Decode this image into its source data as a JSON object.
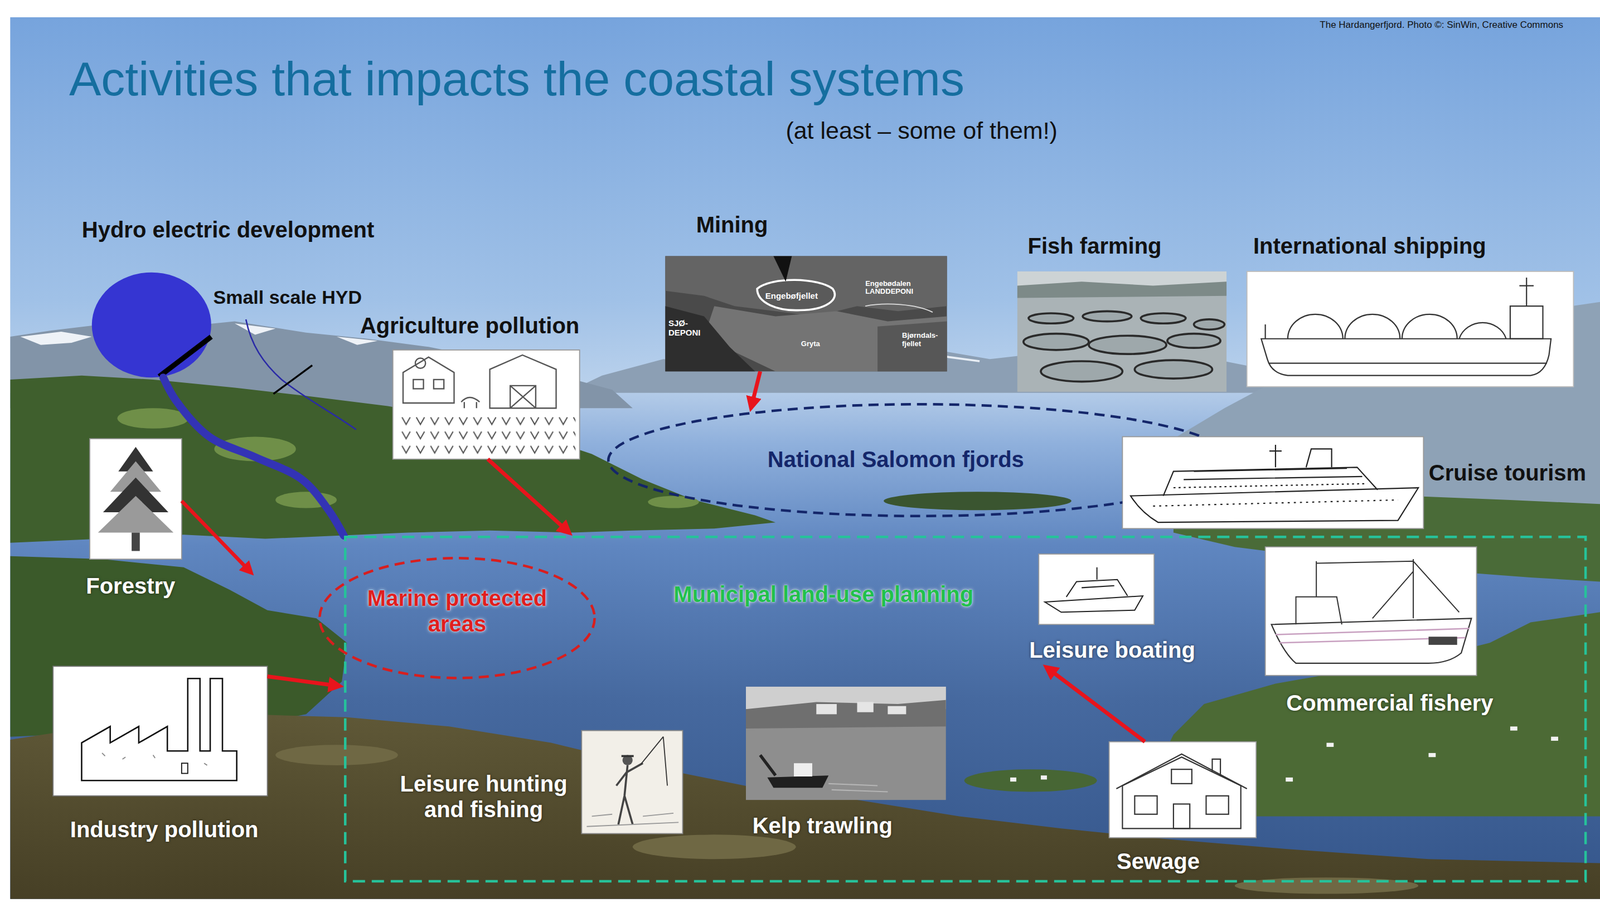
{
  "diagram": {
    "title": "Activities that impacts the coastal systems",
    "nodes": [
      {
        "text": [
          "Hydro electric development"
        ]
      },
      {
        "text": [
          "Mining"
        ]
      },
      {
        "text": [
          "Fish farming"
        ]
      },
      {
        "text": [
          "International shipping"
        ]
      },
      {
        "text": [
          "Agriculture pollution"
        ]
      },
      {
        "text": [
          "Forestry"
        ]
      },
      {
        "text": [
          "National Salomon fjords"
        ]
      },
      {
        "text": [
          "Cruise tourism"
        ]
      },
      {
        "text": [
          "Municipal land-use planning"
        ]
      },
      {
        "text": [
          "Marine protected areas"
        ],
        "in": 8
      },
      {
        "text": [
          "Leisure boating"
        ],
        "in": 8
      },
      {
        "text": [
          "Commercial fishery"
        ],
        "in": 8
      },
      {
        "text": [
          "Industry pollution"
        ]
      },
      {
        "text": [
          "Leisure hunting and fishing"
        ],
        "in": 8
      },
      {
        "text": [
          "Kelp trawling"
        ],
        "in": 8
      },
      {
        "text": [
          "Sewage"
        ],
        "in": 8
      }
    ],
    "edges": [
      {
        "from": 0,
        "to": 8,
        "arrow": "none"
      },
      {
        "from": 1,
        "to": 6,
        "arrow": "to"
      },
      {
        "from": 4,
        "to": 8,
        "arrow": "to"
      },
      {
        "from": 12,
        "to": 8,
        "arrow": "to"
      },
      {
        "from": 15,
        "to": 10,
        "arrow": "to"
      }
    ],
    "labels": [
      "(at least – some of them!)",
      "The Hardangerfjord. Photo ©: SinWin, Creative Commons",
      "Small scale HYD",
      "Engebøfjellet",
      "SJØ-DEPONI",
      "Engebødalen LANDDEPONI",
      "Bjørndals-fjellet",
      "Gryta"
    ]
  }
}
